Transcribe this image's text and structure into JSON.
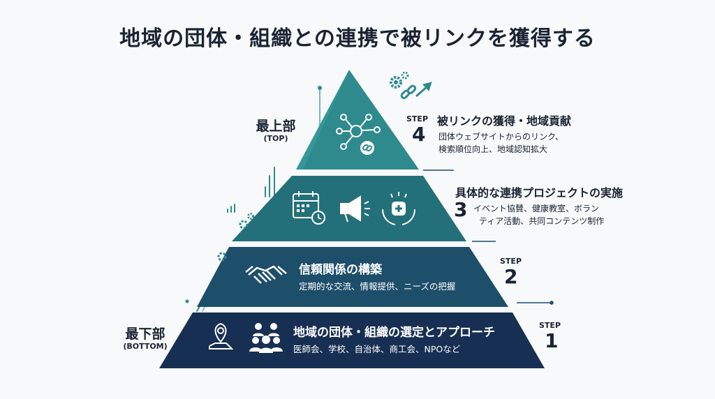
{
  "title": "地域の団体・組織との連携で被リンクを獲得する",
  "top_label": {
    "main": "最上部",
    "sub": "(TOP)"
  },
  "bottom_label": {
    "main": "最下部",
    "sub": "(BOTTOM)"
  },
  "steps": [
    {
      "word": "STEP",
      "number": "4",
      "title": "被リンクの獲得・地域貢献",
      "desc_lines": [
        "団体ウェブサイトからのリンク、",
        "検索順位向上、地域認知拡大"
      ],
      "icons": [
        "network-icon",
        "link-icon"
      ]
    },
    {
      "word": "",
      "number": "3",
      "title": "具体的な連携プロジェクトの実施",
      "desc_lines": [
        "イベント協賛、健康教室、ボラン",
        "ティア活動、共同コンテンツ制作"
      ],
      "icons": [
        "calendar-icon",
        "megaphone-icon",
        "care-hands-icon"
      ]
    },
    {
      "word": "STEP",
      "number": "2",
      "title": "信頼関係の構築",
      "desc": "定期的な交流、情報提供、ニーズの把握",
      "icons": [
        "handshake-icon"
      ]
    },
    {
      "word": "STEP",
      "number": "1",
      "title": "地域の団体・組織の選定とアプローチ",
      "desc": "医師会、学校、自治体、商工会、NPOなど",
      "icons": [
        "map-pin-icon",
        "group-icon"
      ]
    }
  ],
  "colors": {
    "tier4": "#2e8a8d",
    "tier3": "#23707a",
    "tier2": "#1d4e6a",
    "tier1": "#172f52"
  }
}
